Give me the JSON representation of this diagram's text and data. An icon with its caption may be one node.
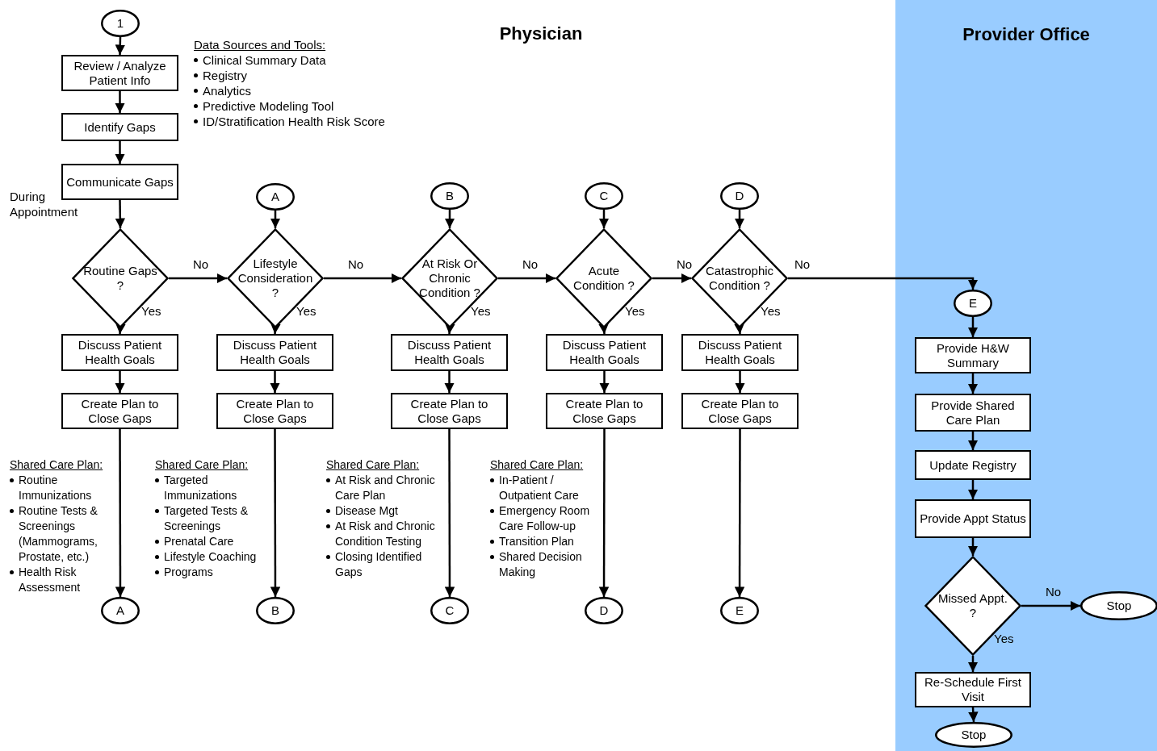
{
  "diagram": {
    "nodes": [
      {
        "text": [
          "1"
        ]
      },
      {
        "text": [
          "Review / Analyze Patient Info"
        ]
      },
      {
        "text": [
          "Identify Gaps"
        ]
      },
      {
        "text": [
          "Communicate Gaps"
        ]
      },
      {
        "text": [
          "Routine Gaps ?"
        ]
      },
      {
        "text": [
          "Discuss Patient Health Goals"
        ]
      },
      {
        "text": [
          "Create Plan to Close Gaps"
        ]
      },
      {
        "text": [
          "A"
        ]
      },
      {
        "text": [
          "A"
        ]
      },
      {
        "text": [
          "Lifestyle Consideration ?"
        ]
      },
      {
        "text": [
          "Discuss Patient Health Goals"
        ]
      },
      {
        "text": [
          "Create Plan to Close Gaps"
        ]
      },
      {
        "text": [
          "B"
        ]
      },
      {
        "text": [
          "B"
        ]
      },
      {
        "text": [
          "At Risk Or Chronic Condition ?"
        ]
      },
      {
        "text": [
          "Discuss Patient Health Goals"
        ]
      },
      {
        "text": [
          "Create Plan to Close Gaps"
        ]
      },
      {
        "text": [
          "C"
        ]
      },
      {
        "text": [
          "C"
        ]
      },
      {
        "text": [
          "Acute Condition ?"
        ]
      },
      {
        "text": [
          "Discuss Patient Health Goals"
        ]
      },
      {
        "text": [
          "Create Plan to Close Gaps"
        ]
      },
      {
        "text": [
          "D"
        ]
      },
      {
        "text": [
          "D"
        ]
      },
      {
        "text": [
          "Catastrophic Condition ?"
        ]
      },
      {
        "text": [
          "Discuss Patient Health Goals"
        ]
      },
      {
        "text": [
          "Create Plan to Close Gaps"
        ]
      },
      {
        "text": [
          "E"
        ]
      },
      {
        "text": [
          "Provider Office"
        ]
      },
      {
        "text": [
          "E"
        ],
        "in": 28
      },
      {
        "text": [
          "Provide H&W Summary"
        ],
        "in": 28
      },
      {
        "text": [
          "Provide Shared Care Plan"
        ],
        "in": 28
      },
      {
        "text": [
          "Update Registry"
        ],
        "in": 28
      },
      {
        "text": [
          "Provide Appt Status"
        ],
        "in": 28
      },
      {
        "text": [
          "Missed Appt. ?"
        ],
        "in": 28
      },
      {
        "text": [
          "Stop"
        ],
        "in": 28
      },
      {
        "text": [
          "Re-Schedule First Visit"
        ],
        "in": 28
      },
      {
        "text": [
          "Stop"
        ],
        "in": 28
      }
    ],
    "edges": [
      {
        "from": 0,
        "to": 1,
        "arrow": "to"
      },
      {
        "from": 1,
        "to": 2,
        "arrow": "to"
      },
      {
        "from": 2,
        "to": 3,
        "arrow": "to"
      },
      {
        "from": 3,
        "to": 4,
        "arrow": "to"
      },
      {
        "from": 4,
        "to": 9,
        "arrow": "to",
        "label": "No"
      },
      {
        "from": 4,
        "to": 5,
        "arrow": "to",
        "label": "Yes"
      },
      {
        "from": 5,
        "to": 6,
        "arrow": "to"
      },
      {
        "from": 6,
        "to": 7,
        "arrow": "to"
      },
      {
        "from": 8,
        "to": 9,
        "arrow": "to"
      },
      {
        "from": 9,
        "to": 14,
        "arrow": "to",
        "label": "No"
      },
      {
        "from": 9,
        "to": 10,
        "arrow": "to",
        "label": "Yes"
      },
      {
        "from": 10,
        "to": 11,
        "arrow": "to"
      },
      {
        "from": 11,
        "to": 12,
        "arrow": "to"
      },
      {
        "from": 13,
        "to": 14,
        "arrow": "to"
      },
      {
        "from": 14,
        "to": 19,
        "arrow": "to",
        "label": "No"
      },
      {
        "from": 14,
        "to": 15,
        "arrow": "to",
        "label": "Yes"
      },
      {
        "from": 15,
        "to": 16,
        "arrow": "to"
      },
      {
        "from": 16,
        "to": 17,
        "arrow": "to"
      },
      {
        "from": 18,
        "to": 19,
        "arrow": "to"
      },
      {
        "from": 19,
        "to": 24,
        "arrow": "to",
        "label": "No"
      },
      {
        "from": 19,
        "to": 20,
        "arrow": "to",
        "label": "Yes"
      },
      {
        "from": 20,
        "to": 21,
        "arrow": "to"
      },
      {
        "from": 21,
        "to": 22,
        "arrow": "to"
      },
      {
        "from": 23,
        "to": 24,
        "arrow": "to"
      },
      {
        "from": 24,
        "to": 29,
        "arrow": "to",
        "label": "No"
      },
      {
        "from": 24,
        "to": 25,
        "arrow": "to",
        "label": "Yes"
      },
      {
        "from": 25,
        "to": 26,
        "arrow": "to"
      },
      {
        "from": 26,
        "to": 27,
        "arrow": "to"
      },
      {
        "from": 29,
        "to": 30,
        "arrow": "to"
      },
      {
        "from": 30,
        "to": 31,
        "arrow": "to"
      },
      {
        "from": 31,
        "to": 32,
        "arrow": "to"
      },
      {
        "from": 32,
        "to": 33,
        "arrow": "to"
      },
      {
        "from": 33,
        "to": 34,
        "arrow": "to"
      },
      {
        "from": 34,
        "to": 35,
        "arrow": "to",
        "label": "No"
      },
      {
        "from": 34,
        "to": 36,
        "arrow": "to",
        "label": "Yes"
      },
      {
        "from": 36,
        "to": 37,
        "arrow": "to"
      }
    ],
    "labels": [
      "Physician",
      "Data Sources and Tools:",
      "Clinical Summary Data",
      "Registry",
      "Analytics",
      "Predictive Modeling Tool",
      "ID/Stratification Health Risk Score",
      "During Appointment",
      "Shared Care Plan:",
      "Routine Immunizations",
      "Routine Tests & Screenings (Mammograms, Prostate, etc.)",
      "Health Risk Assessment",
      "Shared Care Plan:",
      "Targeted Immunizations",
      "Targeted Tests & Screenings",
      "Prenatal Care",
      "Lifestyle Coaching",
      "Programs",
      "Shared Care Plan:",
      "At Risk and Chronic Care Plan",
      "Disease Mgt",
      "At Risk and Chronic Condition Testing",
      "Closing Identified Gaps",
      "Shared Care Plan:",
      "In-Patient / Outpatient Care",
      "Emergency Room Care Follow-up",
      "Transition Plan",
      "Shared Decision Making"
    ]
  }
}
